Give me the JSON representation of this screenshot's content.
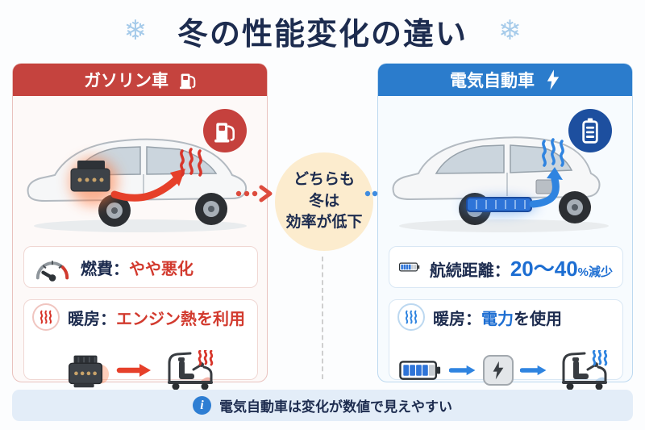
{
  "title": "冬の性能変化の違い",
  "icons": {
    "snowflake": "❄",
    "info": "i"
  },
  "gasoline": {
    "header": "ガソリン車",
    "fuel_row": {
      "label": "燃費：",
      "value": "やや悪化"
    },
    "heat_row": {
      "label": "暖房：",
      "value": "エンジン熱を利用"
    }
  },
  "ev": {
    "header": "電気自動車",
    "range_row": {
      "label": "航続距離：",
      "value": "20～40",
      "suffix": "%減少"
    },
    "heat_row": {
      "label": "暖房：",
      "value": "電力",
      "suffix": "を使用"
    }
  },
  "center": {
    "line1": "どちらも",
    "line2": "冬は",
    "line3": "効率が低下"
  },
  "footer": {
    "text": "電気自動車は変化が数値で見えやすい"
  },
  "colors": {
    "navy": "#1d2c4f",
    "gasoline_red": "#c5433e",
    "ev_blue": "#2b7ccc",
    "value_red": "#d23a2e",
    "value_blue": "#1d6ed2",
    "circle_bg": "#fcecce",
    "footer_bg": "#e3edf8",
    "badge_blue": "#1d4f9f",
    "snowflake_blue": "#a6cbea"
  }
}
